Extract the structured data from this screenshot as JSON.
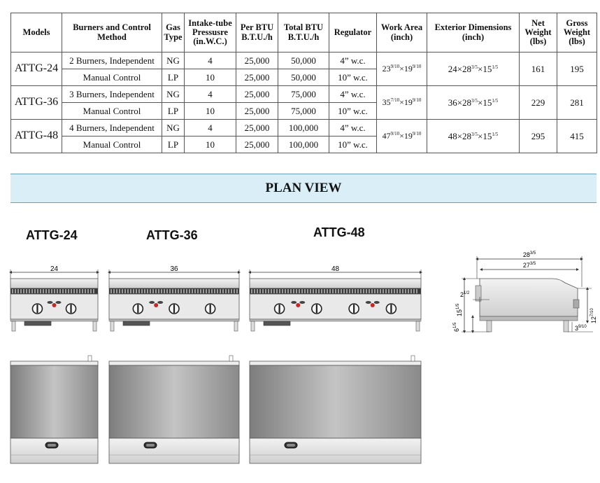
{
  "table": {
    "headers": {
      "models": "Models",
      "burners": "Burners and Control Method",
      "gas_type": "Gas Type",
      "intake_pressure": "Intake-tube Pressusre (in.W.C.)",
      "per_btu": "Per BTU B.T.U./h",
      "total_btu": "Total BTU B.T.U./h",
      "regulator": "Regulator",
      "work_area": "Work Area (inch)",
      "exterior": "Exterior Dimensions (inch)",
      "net_weight": "Net Weight (lbs)",
      "gross_weight": "Gross Weight (lbs)"
    },
    "rows": [
      {
        "model": "ATTG-24",
        "burner_line1": "2 Burners, Independent",
        "burner_line2": "Manual Control",
        "gas": [
          "NG",
          "LP"
        ],
        "intake": [
          "4",
          "10"
        ],
        "per_btu": [
          "25,000",
          "25,000"
        ],
        "total_btu": [
          "50,000",
          "50,000"
        ],
        "regulator": [
          "4” w.c.",
          "10” w.c."
        ],
        "work_area": {
          "a": "23",
          "a_frac": "9/10",
          "b": "19",
          "b_frac": "9/10"
        },
        "exterior": {
          "w": "24",
          "d": "28",
          "d_frac": "3/5",
          "h": "15",
          "h_frac": "1/5"
        },
        "net_weight": "161",
        "gross_weight": "195"
      },
      {
        "model": "ATTG-36",
        "burner_line1": "3 Burners, Independent",
        "burner_line2": "Manual Control",
        "gas": [
          "NG",
          "LP"
        ],
        "intake": [
          "4",
          "10"
        ],
        "per_btu": [
          "25,000",
          "25,000"
        ],
        "total_btu": [
          "75,000",
          "75,000"
        ],
        "regulator": [
          "4” w.c.",
          "10” w.c."
        ],
        "work_area": {
          "a": "35",
          "a_frac": "7/10",
          "b": "19",
          "b_frac": "9/10"
        },
        "exterior": {
          "w": "36",
          "d": "28",
          "d_frac": "3/5",
          "h": "15",
          "h_frac": "1/5"
        },
        "net_weight": "229",
        "gross_weight": "281"
      },
      {
        "model": "ATTG-48",
        "burner_line1": "4 Burners, Independent",
        "burner_line2": "Manual Control",
        "gas": [
          "NG",
          "LP"
        ],
        "intake": [
          "4",
          "10"
        ],
        "per_btu": [
          "25,000",
          "25,000"
        ],
        "total_btu": [
          "100,000",
          "100,000"
        ],
        "regulator": [
          "4” w.c.",
          "10” w.c."
        ],
        "work_area": {
          "a": "47",
          "a_frac": "9/10",
          "b": "19",
          "b_frac": "9/10"
        },
        "exterior": {
          "w": "48",
          "d": "28",
          "d_frac": "3/5",
          "h": "15",
          "h_frac": "1/5"
        },
        "net_weight": "295",
        "gross_weight": "415"
      }
    ]
  },
  "plan_view": {
    "title": "PLAN VIEW",
    "models": [
      "ATTG-24",
      "ATTG-36",
      "ATTG-48"
    ],
    "widths": [
      "24",
      "36",
      "48"
    ],
    "side": {
      "depth_whole": "28",
      "depth_frac": "3/5",
      "inner_whole": "27",
      "inner_frac": "3/5",
      "offset_whole": "2",
      "offset_frac": "1/2",
      "height_whole": "15",
      "height_frac": "1/5",
      "leg_whole": "6",
      "leg_frac": "1/5",
      "rear_whole": "12",
      "rear_frac": "7/10",
      "foot_whole": "3",
      "foot_frac": "9/10"
    }
  },
  "colors": {
    "banner_bg": "#daeef8",
    "steel_light": "#e6e6e6",
    "steel_dark": "#8a8a8a",
    "indicator_red": "#c62828"
  }
}
